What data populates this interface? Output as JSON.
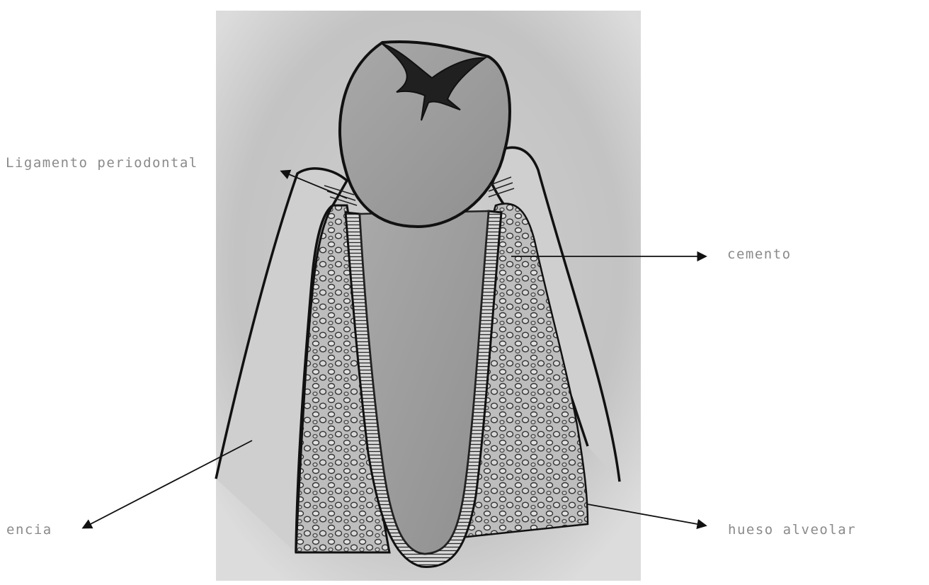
{
  "labels": {
    "ligamento": "Ligamento periodontal",
    "cemento": "cemento",
    "encia": "encia",
    "hueso": "hueso alveolar"
  },
  "colors": {
    "paper": "#ffffff",
    "shading": "#b9b9b9",
    "ink": "#111111",
    "label_text": "#8a8a8a"
  }
}
